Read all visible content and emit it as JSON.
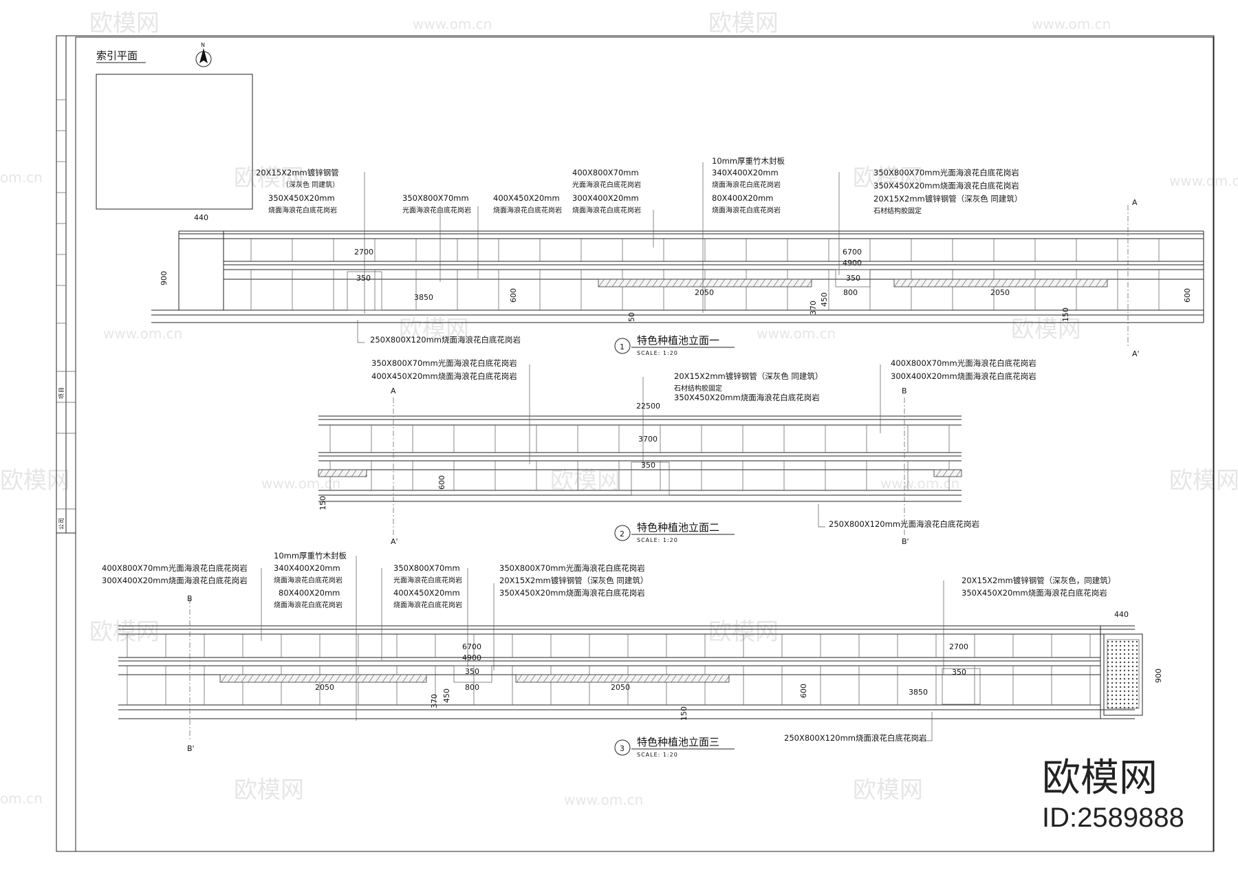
{
  "watermarks": {
    "logo_text": "欧模网",
    "url_text": "www.om.cn",
    "url_fragment": "om.cn"
  },
  "index_plan": {
    "title": "索引平面",
    "north_label": "N"
  },
  "title_block": {
    "text_1": "公司",
    "text_2": "项目"
  },
  "elevation_1": {
    "title": "特色种植池立面一",
    "number": "1",
    "scale": "SCALE: 1:20",
    "section_top": "A",
    "section_bottom": "A'",
    "labels": [
      "20X15X2mm镀锌钢管",
      "（深灰色 同建筑）",
      "350X450X20mm",
      "烧面海浪花白底花岗岩",
      "350X800X70mm",
      "光面海浪花白底花岗岩",
      "400X450X20mm",
      "烧面海浪花白底花岗岩",
      "400X800X70mm",
      "光面海浪花白底花岗岩",
      "300X400X20mm",
      "烧面海浪花白底花岗岩",
      "10mm厚重竹木封板",
      "340X400X20mm",
      "烧面海浪花白底花岗岩",
      "80X400X20mm",
      "烧面海浪花白底花岗岩",
      "350X800X70mm光面海浪花白底花岗岩",
      "350X450X20mm烧面海浪花白底花岗岩",
      "20X15X2mm镀锌钢管（深灰色 同建筑）",
      "石材结构胶固定",
      "250X800X120mm烧面海浪花白底花岗岩"
    ],
    "dims": [
      "440",
      "900",
      "2700",
      "350",
      "3850",
      "600",
      "2050",
      "6700",
      "4900",
      "350",
      "800",
      "2050",
      "370",
      "450",
      "50",
      "150",
      "600"
    ]
  },
  "elevation_2": {
    "title": "特色种植池立面二",
    "number": "2",
    "scale": "SCALE: 1:20",
    "section_left_top": "A",
    "section_left_bottom": "A'",
    "section_right_top": "B",
    "section_right_bottom": "B'",
    "labels": [
      "350X800X70mm光面海浪花白底花岗岩",
      "400X450X20mm烧面海浪花白底花岗岩",
      "20X15X2mm镀锌钢管（深灰色 同建筑）",
      "石材结构胶固定",
      "350X450X20mm烧面海浪花白底花岗岩",
      "400X800X70mm光面海浪花白底花岗岩",
      "300X400X20mm烧面海浪花白底花岗岩",
      "250X800X120mm光面海浪花白底花岗岩"
    ],
    "dims": [
      "22500",
      "3700",
      "600",
      "150",
      "350"
    ]
  },
  "elevation_3": {
    "title": "特色种植池立面三",
    "number": "3",
    "scale": "SCALE: 1:20",
    "section_top": "B",
    "section_bottom": "B'",
    "labels": [
      "400X800X70mm光面海浪花白底花岗岩",
      "300X400X20mm烧面海浪花白底花岗岩",
      "10mm厚重竹木封板",
      "340X400X20mm",
      "烧面海浪花白底花岗岩",
      "80X400X20mm",
      "烧面海浪花白底花岗岩",
      "350X800X70mm",
      "光面海浪花白底花岗岩",
      "400X450X20mm",
      "烧面海浪花白底花岗岩",
      "350X800X70mm光面海浪花白底花岗岩",
      "20X15X2mm镀锌钢管（深灰色 同建筑）",
      "350X450X20mm烧面海浪花白底花岗岩",
      "20X15X2mm镀锌钢管（深灰色，同建筑）",
      "350X450X20mm烧面海浪花白底花岗岩",
      "250X800X120mm烧面浪花白底花岗岩"
    ],
    "dims": [
      "6700",
      "4900",
      "350",
      "2050",
      "800",
      "2050",
      "370",
      "450",
      "150",
      "600",
      "2700",
      "350",
      "3850",
      "440",
      "900"
    ]
  },
  "branding": {
    "name": "欧模网",
    "id": "ID:2589888"
  }
}
